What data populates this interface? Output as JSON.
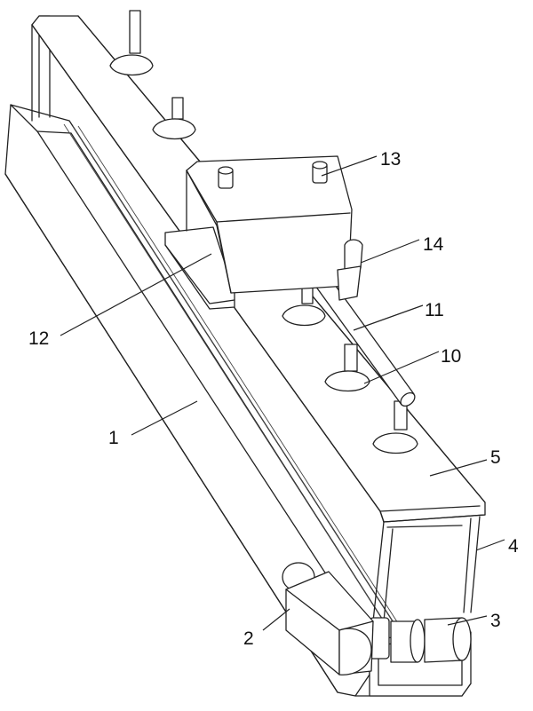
{
  "labels": {
    "l1": "1",
    "l2": "2",
    "l3": "3",
    "l4": "4",
    "l5": "5",
    "l10": "10",
    "l11": "11",
    "l12": "12",
    "l13": "13",
    "l14": "14"
  }
}
